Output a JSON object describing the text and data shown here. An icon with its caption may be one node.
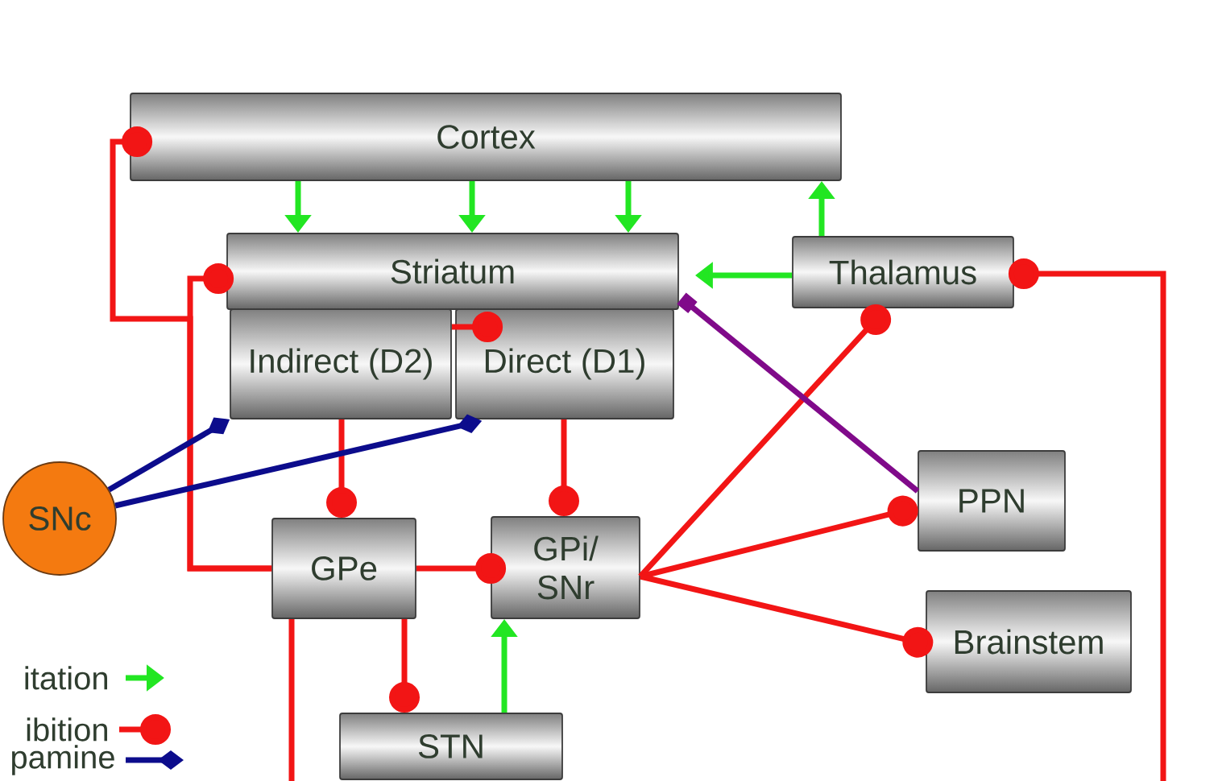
{
  "diagram": {
    "nodes": [
      {
        "text": [
          "Cortex"
        ]
      },
      {
        "text": [
          "Striatum"
        ]
      },
      {
        "text": [
          "Thalamus"
        ]
      },
      {
        "text": [
          "Indirect (D2)"
        ]
      },
      {
        "text": [
          "Direct (D1)"
        ]
      },
      {
        "text": [
          "SNc"
        ]
      },
      {
        "text": [
          "PPN"
        ]
      },
      {
        "text": [
          "GPe"
        ]
      },
      {
        "text": [
          "GPi/ SNr"
        ]
      },
      {
        "text": [
          "Brainstem"
        ]
      },
      {
        "text": [
          "STN"
        ]
      }
    ],
    "edges": [
      {
        "from": 0,
        "to": 1,
        "arrow": "to",
        "color": "#22e622"
      },
      {
        "from": 0,
        "to": 1,
        "arrow": "to",
        "color": "#22e622"
      },
      {
        "from": 0,
        "to": 1,
        "arrow": "to",
        "color": "#22e622"
      },
      {
        "from": 2,
        "to": 0,
        "arrow": "to",
        "color": "#22e622"
      },
      {
        "from": 2,
        "to": 1,
        "arrow": "to",
        "color": "#22e622"
      },
      {
        "from": 7,
        "to": 0,
        "arrow": "other"
      },
      {
        "from": 7,
        "to": 1,
        "arrow": "other"
      },
      {
        "from": 3,
        "to": 4,
        "arrow": "other"
      },
      {
        "from": 3,
        "to": 7,
        "arrow": "other"
      },
      {
        "from": 4,
        "to": 8,
        "arrow": "other"
      },
      {
        "from": 5,
        "to": 3,
        "arrow": "other",
        "color": "#0c0c8c"
      },
      {
        "from": 5,
        "to": 4,
        "arrow": "other",
        "color": "#0c0c8c"
      },
      {
        "from": 7,
        "to": 8,
        "arrow": "other"
      },
      {
        "from": 7,
        "to": 10,
        "arrow": "other"
      },
      {
        "from": 10,
        "to": 8,
        "arrow": "to",
        "color": "#22e622"
      },
      {
        "from": 8,
        "to": 2,
        "arrow": "other"
      },
      {
        "from": 8,
        "to": 6,
        "arrow": "other"
      },
      {
        "from": 8,
        "to": 9,
        "arrow": "other"
      },
      {
        "from": 6,
        "to": 1,
        "arrow": "other",
        "color": "#800a8a"
      },
      {
        "from": null,
        "to": 2,
        "arrow": "other"
      },
      {
        "from": 7,
        "to": null,
        "arrow": "none"
      }
    ],
    "legend": [
      {
        "text": "itation"
      },
      {
        "text": "ibition"
      },
      {
        "text": "pamine"
      }
    ]
  }
}
